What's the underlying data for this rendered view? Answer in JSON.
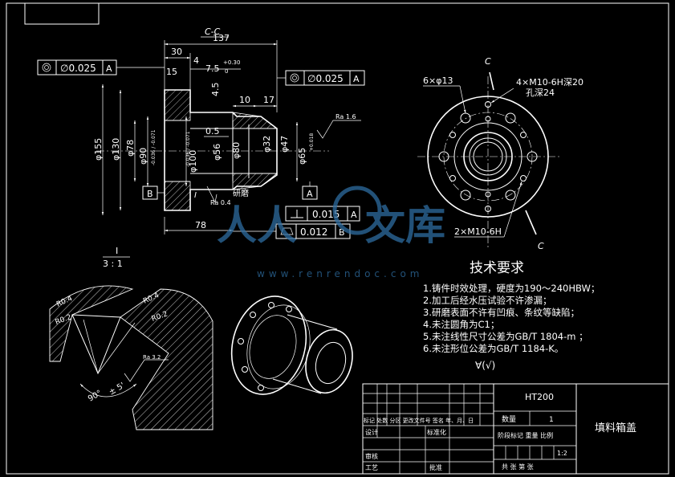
{
  "section_title": "C-C",
  "dims": {
    "d137": "137",
    "d30": "30",
    "d4": "4",
    "d7_5": "7.5",
    "d7_5_tol_upper": "+0.30",
    "d7_5_tol_lower": "0",
    "d15": "15",
    "d4_5": "4.5",
    "d10": "10",
    "d17": "17",
    "d155": "φ155",
    "d130": "φ130",
    "d78": "φ78",
    "d90": "φ90",
    "d90_tol": "-0.036 / -0.071",
    "d100": "φ100",
    "d100_tol": "-0.036 / -0.071",
    "d0_5": "0.5",
    "d56": "φ56",
    "d80": "φ80",
    "d32": "φ32",
    "d47": "φ47",
    "d65": "φ65",
    "d65_tol": "+0.018",
    "d78b": "78"
  },
  "tolerances": {
    "runout_left": {
      "symbol": "◎",
      "value": "∅0.025",
      "datum": "A"
    },
    "runout_right": {
      "symbol": "◎",
      "value": "∅0.025",
      "datum": "A"
    },
    "perp": {
      "symbol": "⊥",
      "value": "0.015",
      "datum": "A"
    },
    "flat": {
      "symbol": "▱",
      "value": "0.012",
      "datum": "B"
    }
  },
  "datums": {
    "a": "A",
    "b": "B"
  },
  "roughness": {
    "r16": "Ra 1.6",
    "r04": "Ra 0.4",
    "grind": "研磨",
    "detail_marker": "I"
  },
  "front_view": {
    "holes_6": "6×φ13",
    "tapped_4_line1": "4×M10-6H深20",
    "tapped_4_line2": "孔深24",
    "tapped_2": "2×M10-6H",
    "section_mark": "C"
  },
  "detail_view": {
    "label": "I",
    "scale": "3 : 1",
    "r04_left": "R0.4",
    "r2_left": "R0.2",
    "r04_right": "R0.4",
    "r2_right": "R0.2",
    "ra32": "Ra 3.2",
    "angle": "90°",
    "angle_tol": "± 5'"
  },
  "watermark": {
    "brand_part1": "人人",
    "brand_part2": "文库",
    "url": "www.renrendoc.com"
  },
  "tech_requirements": {
    "title": "技术要求",
    "items": [
      "1.铸件时效处理，硬度为190～240HBW；",
      "2.加工后经水压试验不许渗漏；",
      "3.研磨表面不许有凹痕、条纹等缺陷；",
      "4.未注圆角为C1；",
      "5.未注线性尺寸公差为GB/T 1804-m ；",
      "6.未注形位公差为GB/T 1184-K。"
    ],
    "general_finish": "∀(√)"
  },
  "title_block": {
    "material": "HT200",
    "part_name": "填料箱盖",
    "qty_label": "数量",
    "qty_value": "1",
    "scale": "1:2",
    "row_change": "标记 处数   分区  更改文件号  签名  年、月、日",
    "design": "设计",
    "standardize": "标准化",
    "stage_label": "阶段标记  重量  比例",
    "check": "审核",
    "process": "工艺",
    "approve": "批准",
    "sheets": "共     张  第     张"
  }
}
